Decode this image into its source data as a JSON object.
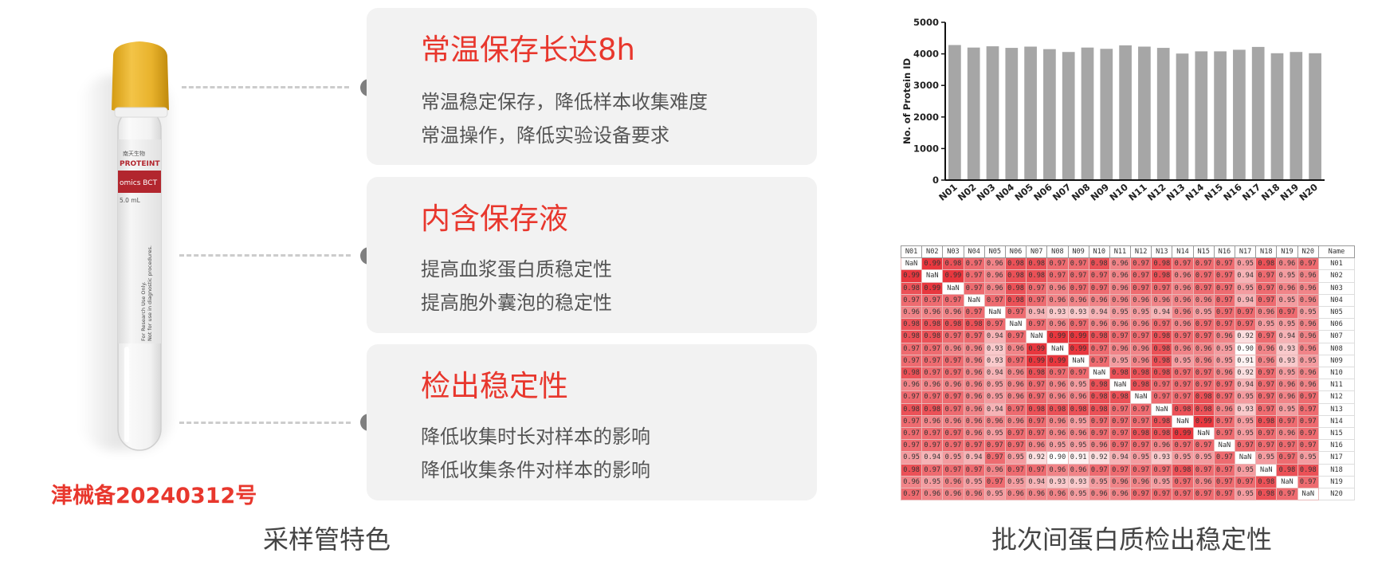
{
  "registration": "津械备20240312号",
  "tube": {
    "brand": "PROTEINT",
    "brand_cn": "南天生物",
    "product": "omics BCT",
    "volume": "5.0 mL",
    "disclaimer_1": "For Research Use Only.",
    "disclaimer_2": "Not for use in diagnostic procedures."
  },
  "captions": {
    "left": "采样管特色",
    "right": "批次间蛋白质检出稳定性"
  },
  "features": [
    {
      "title": "常温保存长达8h",
      "lines": [
        "常温稳定保存，降低样本收集难度",
        "常温操作，降低实验设备要求"
      ]
    },
    {
      "title": "内含保存液",
      "lines": [
        "提高血浆蛋白质稳定性",
        "提高胞外囊泡的稳定性"
      ]
    },
    {
      "title": "检出稳定性",
      "lines": [
        "降低收集时长对样本的影响",
        "降低收集条件对样本的影响"
      ]
    }
  ],
  "chart_data": [
    {
      "type": "bar",
      "categories": [
        "N01",
        "N02",
        "N03",
        "N04",
        "N05",
        "N06",
        "N07",
        "N08",
        "N09",
        "N10",
        "N11",
        "N12",
        "N13",
        "N14",
        "N15",
        "N16",
        "N17",
        "N18",
        "N19",
        "N20"
      ],
      "values": [
        4280,
        4200,
        4240,
        4190,
        4230,
        4150,
        4060,
        4200,
        4160,
        4270,
        4230,
        4190,
        4010,
        4080,
        4080,
        4130,
        4220,
        4020,
        4060,
        4020
      ],
      "title": "",
      "xlabel": "",
      "ylabel": "No. of Protein ID",
      "ylim": [
        0,
        5000
      ],
      "yticks": [
        0,
        1000,
        2000,
        3000,
        4000,
        5000
      ],
      "bar_color": "#a6a6a6",
      "grid": false
    },
    {
      "type": "heatmap",
      "columns": [
        "N01",
        "N02",
        "N03",
        "N04",
        "N05",
        "N06",
        "N07",
        "N08",
        "N09",
        "N10",
        "N11",
        "N12",
        "N13",
        "N14",
        "N15",
        "N16",
        "N17",
        "N18",
        "N19",
        "N20"
      ],
      "name_header": "Name",
      "rows": [
        "N01",
        "N02",
        "N03",
        "N04",
        "N05",
        "N06",
        "N07",
        "N08",
        "N09",
        "N10",
        "N11",
        "N12",
        "N13",
        "N14",
        "N15",
        "N16",
        "N17",
        "N18",
        "N19",
        "N20"
      ],
      "values": [
        [
          "NaN",
          "0.99",
          "0.98",
          "0.97",
          "0.96",
          "0.98",
          "0.98",
          "0.97",
          "0.97",
          "0.98",
          "0.96",
          "0.97",
          "0.98",
          "0.97",
          "0.97",
          "0.97",
          "0.95",
          "0.98",
          "0.96",
          "0.97"
        ],
        [
          "0.99",
          "NaN",
          "0.99",
          "0.97",
          "0.96",
          "0.98",
          "0.98",
          "0.97",
          "0.97",
          "0.97",
          "0.96",
          "0.97",
          "0.98",
          "0.96",
          "0.97",
          "0.97",
          "0.94",
          "0.97",
          "0.95",
          "0.96"
        ],
        [
          "0.98",
          "0.99",
          "NaN",
          "0.97",
          "0.96",
          "0.98",
          "0.97",
          "0.96",
          "0.97",
          "0.97",
          "0.96",
          "0.97",
          "0.97",
          "0.96",
          "0.97",
          "0.97",
          "0.95",
          "0.97",
          "0.96",
          "0.96"
        ],
        [
          "0.97",
          "0.97",
          "0.97",
          "NaN",
          "0.97",
          "0.98",
          "0.97",
          "0.96",
          "0.96",
          "0.96",
          "0.96",
          "0.96",
          "0.96",
          "0.96",
          "0.96",
          "0.97",
          "0.94",
          "0.97",
          "0.95",
          "0.96"
        ],
        [
          "0.96",
          "0.96",
          "0.96",
          "0.97",
          "NaN",
          "0.97",
          "0.94",
          "0.93",
          "0.93",
          "0.94",
          "0.95",
          "0.95",
          "0.94",
          "0.96",
          "0.95",
          "0.97",
          "0.97",
          "0.96",
          "0.97",
          "0.95"
        ],
        [
          "0.98",
          "0.98",
          "0.98",
          "0.98",
          "0.97",
          "NaN",
          "0.97",
          "0.96",
          "0.97",
          "0.96",
          "0.96",
          "0.96",
          "0.97",
          "0.96",
          "0.97",
          "0.97",
          "0.97",
          "0.95",
          "0.95",
          "0.96"
        ],
        [
          "0.98",
          "0.98",
          "0.97",
          "0.97",
          "0.94",
          "0.97",
          "NaN",
          "0.99",
          "0.99",
          "0.98",
          "0.97",
          "0.97",
          "0.98",
          "0.97",
          "0.97",
          "0.96",
          "0.92",
          "0.97",
          "0.94",
          "0.96"
        ],
        [
          "0.97",
          "0.97",
          "0.96",
          "0.96",
          "0.93",
          "0.96",
          "0.99",
          "NaN",
          "0.99",
          "0.97",
          "0.96",
          "0.96",
          "0.98",
          "0.96",
          "0.96",
          "0.95",
          "0.90",
          "0.96",
          "0.93",
          "0.96"
        ],
        [
          "0.97",
          "0.97",
          "0.97",
          "0.96",
          "0.93",
          "0.97",
          "0.99",
          "0.99",
          "NaN",
          "0.97",
          "0.95",
          "0.96",
          "0.98",
          "0.95",
          "0.96",
          "0.95",
          "0.91",
          "0.96",
          "0.93",
          "0.95"
        ],
        [
          "0.98",
          "0.97",
          "0.97",
          "0.96",
          "0.94",
          "0.96",
          "0.98",
          "0.97",
          "0.97",
          "NaN",
          "0.98",
          "0.98",
          "0.98",
          "0.97",
          "0.97",
          "0.96",
          "0.92",
          "0.97",
          "0.95",
          "0.96"
        ],
        [
          "0.96",
          "0.96",
          "0.96",
          "0.96",
          "0.95",
          "0.96",
          "0.97",
          "0.96",
          "0.95",
          "0.98",
          "NaN",
          "0.98",
          "0.97",
          "0.97",
          "0.97",
          "0.97",
          "0.94",
          "0.97",
          "0.96",
          "0.96"
        ],
        [
          "0.97",
          "0.97",
          "0.97",
          "0.96",
          "0.95",
          "0.96",
          "0.97",
          "0.96",
          "0.96",
          "0.98",
          "0.98",
          "NaN",
          "0.97",
          "0.97",
          "0.98",
          "0.97",
          "0.95",
          "0.97",
          "0.96",
          "0.97"
        ],
        [
          "0.98",
          "0.98",
          "0.97",
          "0.96",
          "0.94",
          "0.97",
          "0.98",
          "0.98",
          "0.98",
          "0.98",
          "0.97",
          "0.97",
          "NaN",
          "0.98",
          "0.98",
          "0.96",
          "0.93",
          "0.97",
          "0.95",
          "0.97"
        ],
        [
          "0.97",
          "0.96",
          "0.96",
          "0.96",
          "0.96",
          "0.96",
          "0.97",
          "0.96",
          "0.95",
          "0.97",
          "0.97",
          "0.97",
          "0.98",
          "NaN",
          "0.99",
          "0.97",
          "0.95",
          "0.98",
          "0.97",
          "0.97"
        ],
        [
          "0.97",
          "0.97",
          "0.97",
          "0.96",
          "0.95",
          "0.97",
          "0.97",
          "0.96",
          "0.96",
          "0.97",
          "0.97",
          "0.98",
          "0.98",
          "0.99",
          "NaN",
          "0.97",
          "0.95",
          "0.97",
          "0.96",
          "0.97"
        ],
        [
          "0.97",
          "0.97",
          "0.97",
          "0.97",
          "0.97",
          "0.97",
          "0.96",
          "0.95",
          "0.95",
          "0.96",
          "0.97",
          "0.97",
          "0.96",
          "0.97",
          "0.97",
          "NaN",
          "0.97",
          "0.97",
          "0.97",
          "0.97"
        ],
        [
          "0.95",
          "0.94",
          "0.95",
          "0.94",
          "0.97",
          "0.95",
          "0.92",
          "0.90",
          "0.91",
          "0.92",
          "0.94",
          "0.95",
          "0.93",
          "0.95",
          "0.95",
          "0.97",
          "NaN",
          "0.95",
          "0.97",
          "0.95"
        ],
        [
          "0.98",
          "0.97",
          "0.97",
          "0.97",
          "0.96",
          "0.97",
          "0.97",
          "0.96",
          "0.96",
          "0.97",
          "0.97",
          "0.97",
          "0.97",
          "0.98",
          "0.97",
          "0.97",
          "0.95",
          "NaN",
          "0.98",
          "0.98"
        ],
        [
          "0.96",
          "0.95",
          "0.96",
          "0.95",
          "0.97",
          "0.95",
          "0.94",
          "0.93",
          "0.93",
          "0.95",
          "0.96",
          "0.96",
          "0.95",
          "0.97",
          "0.96",
          "0.97",
          "0.97",
          "0.98",
          "NaN",
          "0.97"
        ],
        [
          "0.97",
          "0.96",
          "0.96",
          "0.96",
          "0.95",
          "0.96",
          "0.96",
          "0.96",
          "0.95",
          "0.96",
          "0.96",
          "0.97",
          "0.97",
          "0.97",
          "0.97",
          "0.97",
          "0.95",
          "0.98",
          "0.97",
          "NaN"
        ]
      ],
      "color_low": "#ffffff",
      "color_high": "#e8373e",
      "value_range": [
        0.9,
        0.99
      ]
    }
  ]
}
